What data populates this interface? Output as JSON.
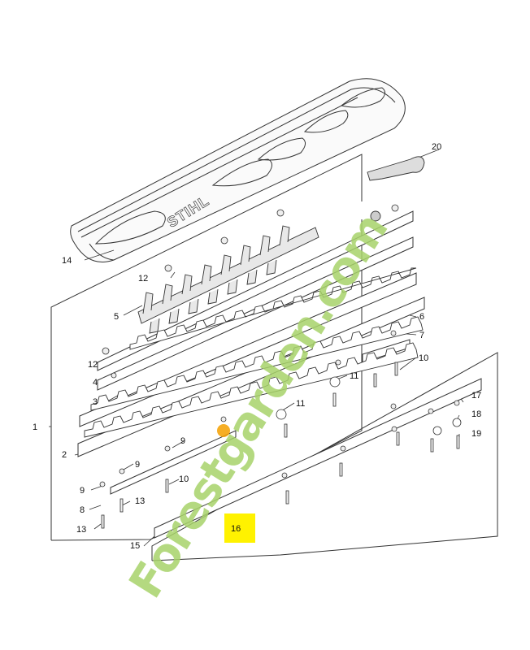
{
  "diagram": {
    "labels": [
      "1",
      "2",
      "3",
      "4",
      "5",
      "6",
      "7",
      "8",
      "9",
      "10",
      "11",
      "12",
      "13",
      "14",
      "15",
      "16",
      "17",
      "18",
      "19",
      "20"
    ],
    "housing_logo": "STIHL",
    "highlight_label": "16",
    "watermark": "Forestgarden.com",
    "colors": {
      "line": "#333333",
      "highlight": "#fff200",
      "watermark_green": "#a8d36a",
      "watermark_orange": "#f5a000"
    }
  }
}
